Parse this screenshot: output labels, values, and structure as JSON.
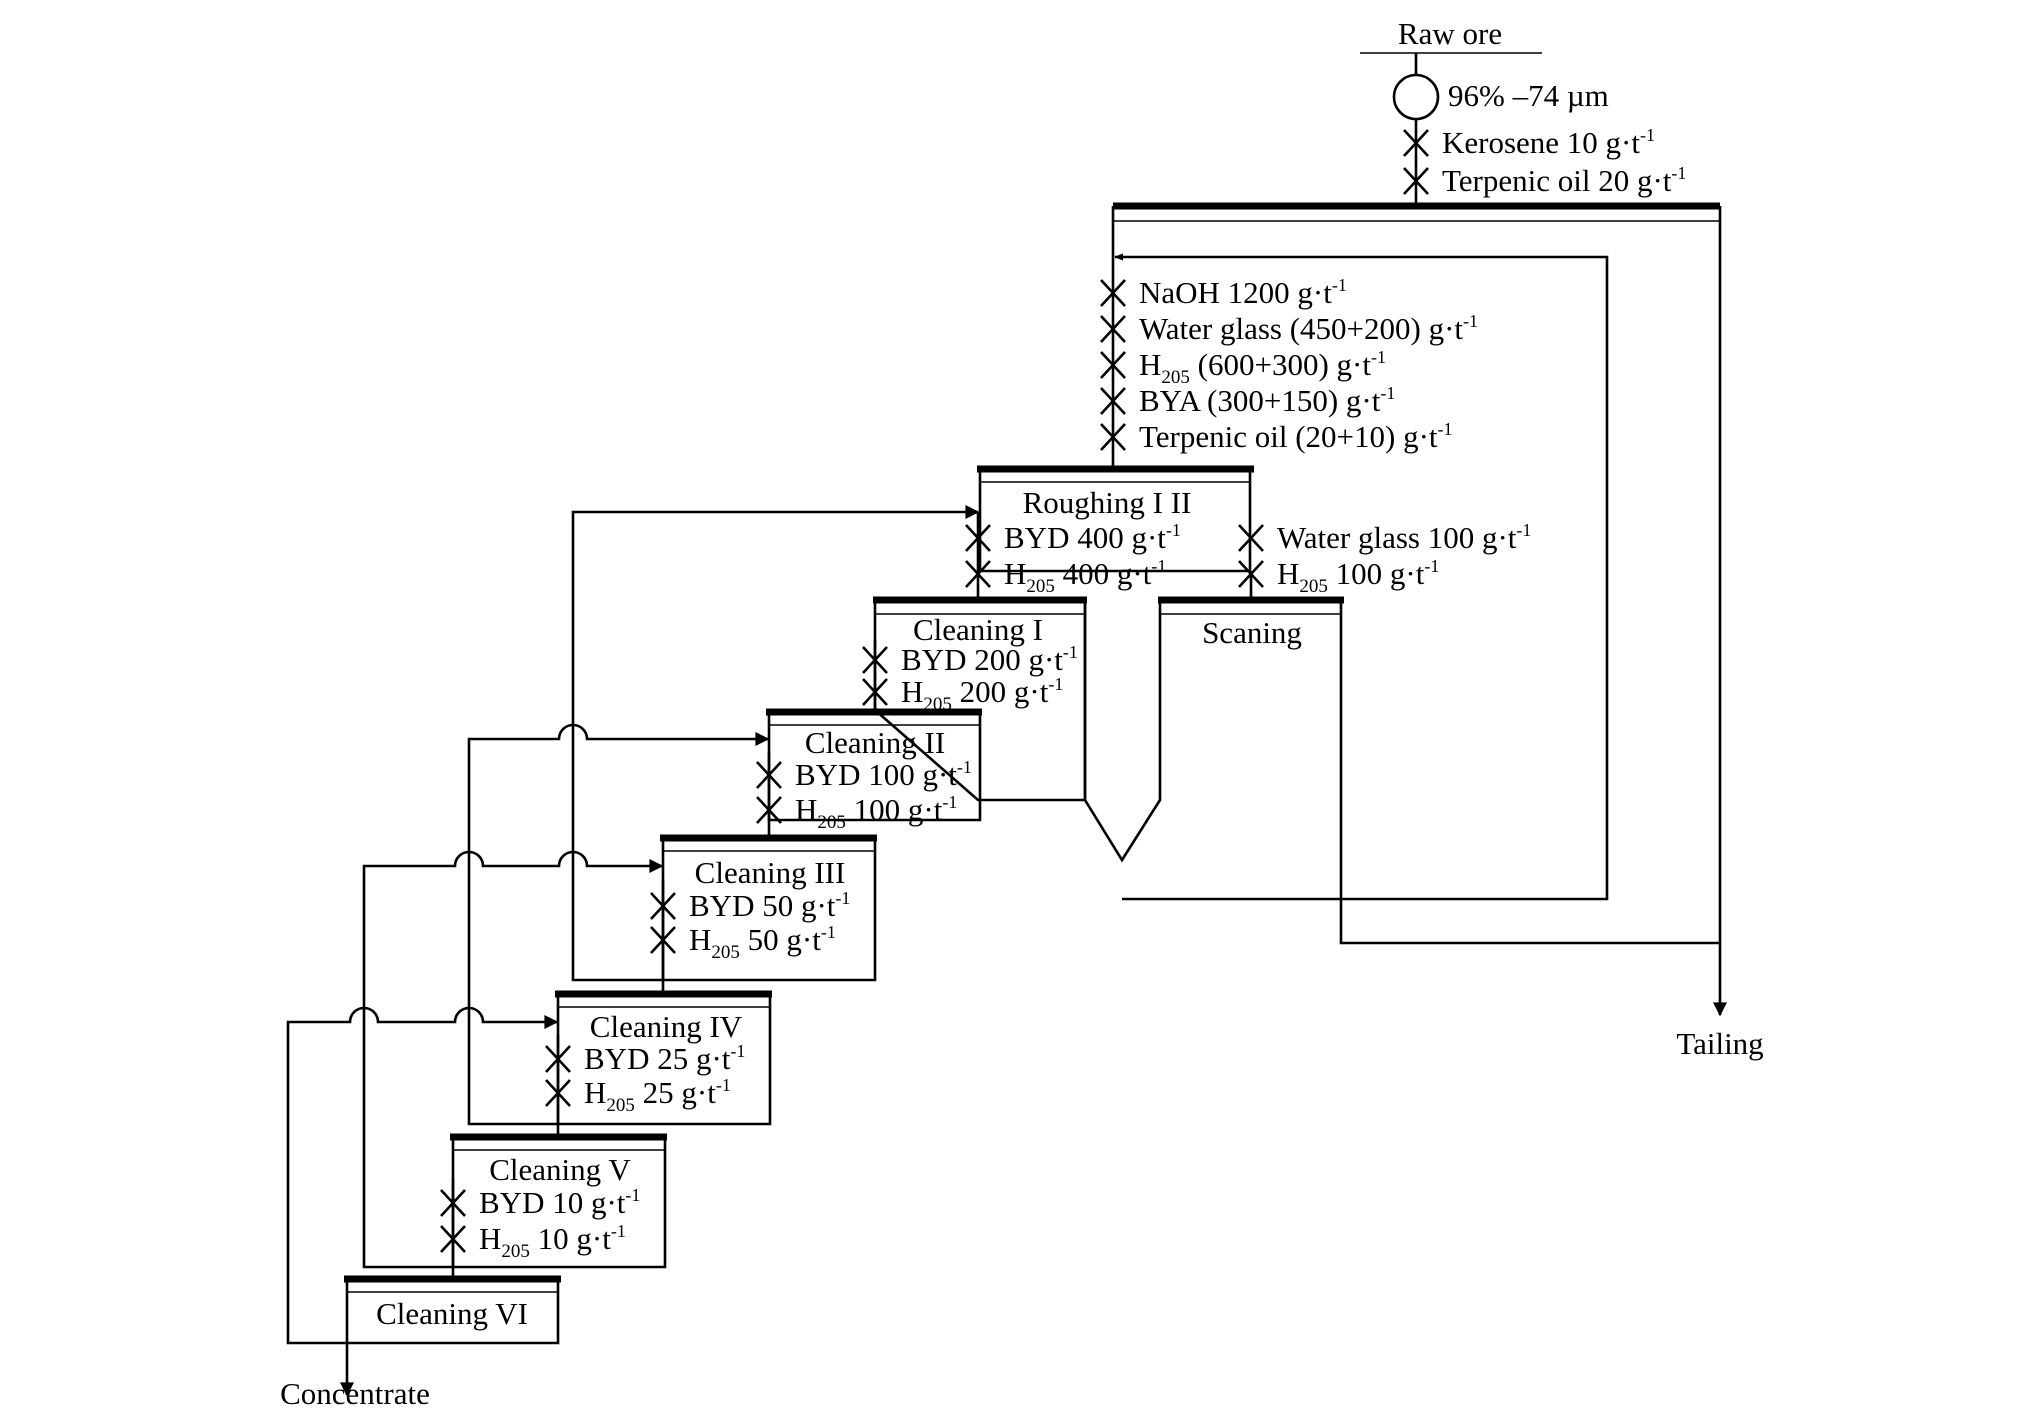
{
  "feed": {
    "title": "Raw ore",
    "grinding": "96% –74 µm"
  },
  "conditioning_reagents": [
    "Kerosene 10 g·t",
    "Terpenic oil 20 g·t"
  ],
  "roughing_reagents": [
    {
      "pre": "NaOH 1200 g·t"
    },
    {
      "pre": "Water glass (450+200) g·t"
    },
    {
      "pre": "H",
      "sub": "205",
      "post": " (600+300) g·t"
    },
    {
      "pre": "BYA (300+150) g·t"
    },
    {
      "pre": "Terpenic oil (20+10) g·t"
    }
  ],
  "superscript": "-1",
  "stages": {
    "roughing": {
      "label": "Roughing I  II"
    },
    "scavenging": {
      "label": "Scaning"
    },
    "cleaning_1": {
      "label": "Cleaning I"
    },
    "cleaning_2": {
      "label": "Cleaning II"
    },
    "cleaning_3": {
      "label": "Cleaning III"
    },
    "cleaning_4": {
      "label": "Cleaning IV"
    },
    "cleaning_5": {
      "label": "Cleaning V"
    },
    "cleaning_6": {
      "label": "Cleaning VI"
    }
  },
  "stage_reagents": {
    "to_cleaning_1": [
      {
        "pre": "BYD 400 g·t"
      },
      {
        "pre": "H",
        "sub": "205",
        "post": " 400 g·t"
      }
    ],
    "to_scavenging": [
      {
        "pre": "Water glass 100 g·t"
      },
      {
        "pre": "H",
        "sub": "205",
        "post": " 100 g·t"
      }
    ],
    "cleaning_1": [
      {
        "pre": "BYD 200 g·t"
      },
      {
        "pre": "H",
        "sub": "205",
        "post": " 200 g·t"
      }
    ],
    "cleaning_2": [
      {
        "pre": "BYD 100 g·t"
      },
      {
        "pre": "H",
        "sub": "205",
        "post": " 100 g·t"
      }
    ],
    "cleaning_3": [
      {
        "pre": "BYD 50 g·t"
      },
      {
        "pre": "H",
        "sub": "205",
        "post": " 50 g·t"
      }
    ],
    "cleaning_4": [
      {
        "pre": "BYD 25 g·t"
      },
      {
        "pre": "H",
        "sub": "205",
        "post": " 25 g·t"
      }
    ],
    "cleaning_5": [
      {
        "pre": "BYD 10 g·t"
      },
      {
        "pre": "H",
        "sub": "205",
        "post": " 10 g·t"
      }
    ]
  },
  "products": {
    "tailing": "Tailing",
    "concentrate": "Concentrate"
  }
}
